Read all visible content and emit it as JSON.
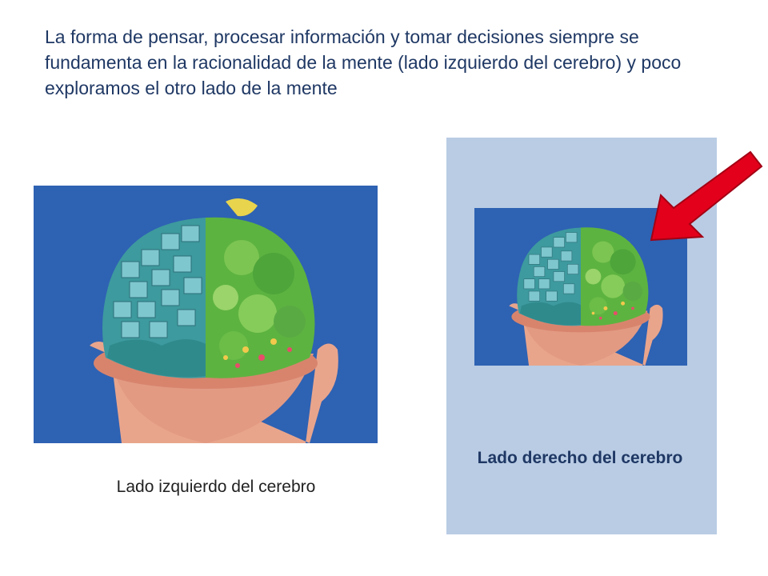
{
  "intro_text": "La forma de pensar, procesar información y tomar decisiones siempre se fundamenta en la racionalidad de la mente (lado izquierdo del cerebro) y poco exploramos el otro lado de la mente",
  "left_caption": "Lado izquierdo del cerebro",
  "right_caption": "Lado derecho del cerebro",
  "colors": {
    "text": "#1f3864",
    "panel": "#b9cce4",
    "image_background": "#2e62b3",
    "arrow": "#e3001b"
  },
  "icons": [
    "brain-illustration",
    "red-arrow-icon"
  ]
}
